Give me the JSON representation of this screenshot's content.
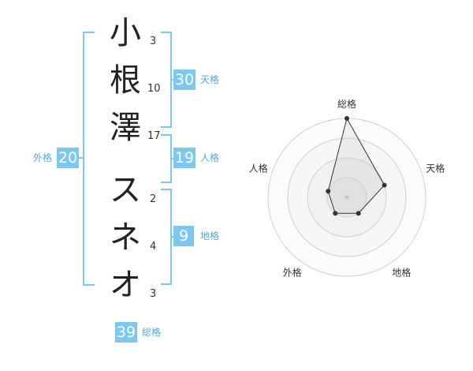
{
  "name_chars": [
    {
      "char": "小",
      "strokes": "3"
    },
    {
      "char": "根",
      "strokes": "10"
    },
    {
      "char": "澤",
      "strokes": "17"
    },
    {
      "char": "ス",
      "strokes": "2"
    },
    {
      "char": "ネ",
      "strokes": "4"
    },
    {
      "char": "オ",
      "strokes": "3"
    }
  ],
  "kaku": {
    "tenkaku": {
      "value": "30",
      "label": "天格"
    },
    "jinkaku": {
      "value": "19",
      "label": "人格"
    },
    "chikaku": {
      "value": "9",
      "label": "地格"
    },
    "gaikaku": {
      "value": "20",
      "label": "外格"
    },
    "soukaku": {
      "value": "39",
      "label": "総格"
    }
  },
  "colors": {
    "accent": "#7cc8f0",
    "accent_text": "#5aa7d6"
  },
  "chart_data": {
    "type": "radar",
    "axes": [
      "総格",
      "天格",
      "地格",
      "外格",
      "人格"
    ],
    "values": [
      4,
      2,
      1,
      1,
      1
    ],
    "rmax": 4,
    "rings": 4
  }
}
